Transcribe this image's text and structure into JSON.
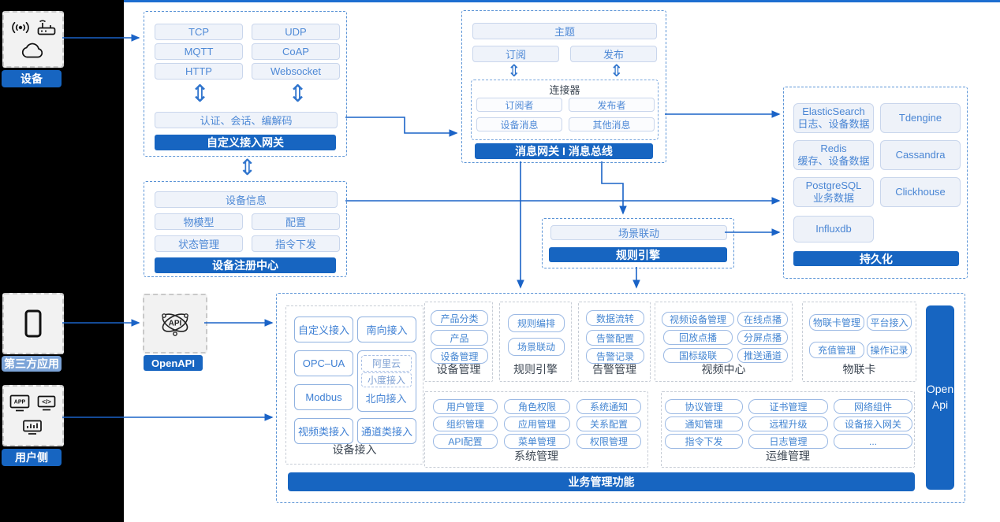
{
  "colors": {
    "accent": "#1765c1",
    "arrow": "#1a63c7",
    "pill_text": "#4e89d6",
    "dashed_blue_border": "#5b94d6",
    "light_blue_label": "#7ca4d8"
  },
  "icons": {
    "updown": "⇕",
    "api_text": "API",
    "app_text": "APP",
    "code_text": "</>",
    "device_icons": [
      "wireless-signal-icon",
      "router-icon",
      "cloud-icon"
    ],
    "third_party_icons": [
      "phone-icon"
    ],
    "user_side_icons": [
      "app-window-icon",
      "code-icon",
      "bar-chart-icon"
    ],
    "openapi_icon": "api-network-icon"
  },
  "left_rail": {
    "device_label": "设备",
    "third_party_label": "第三方应用",
    "user_side_label": "用户侧"
  },
  "openapi_label": "OpenAPI",
  "gateway": {
    "protocols": [
      "TCP",
      "UDP",
      "MQTT",
      "CoAP",
      "HTTP",
      "Websocket"
    ],
    "auth": "认证、会话、编解码",
    "title": "自定义接入网关"
  },
  "registry": {
    "info": "设备信息",
    "items": [
      "物模型",
      "配置",
      "状态管理",
      "指令下发"
    ],
    "title": "设备注册中心"
  },
  "message": {
    "topic": "主题",
    "subscribe": "订阅",
    "publish": "发布",
    "connector_title": "连接器",
    "connector_items": [
      "订阅者",
      "发布者",
      "设备消息",
      "其他消息"
    ],
    "title": "消息网关 I 消息总线"
  },
  "persistence": {
    "cells": [
      {
        "name": "ElasticSearch",
        "desc": "日志、设备数据"
      },
      {
        "name": "Tdengine",
        "desc": ""
      },
      {
        "name": "Redis",
        "desc": "缓存、设备数据"
      },
      {
        "name": "Cassandra",
        "desc": ""
      },
      {
        "name": "PostgreSQL",
        "desc": "业务数据"
      },
      {
        "name": "Clickhouse",
        "desc": ""
      },
      {
        "name": "Influxdb",
        "desc": ""
      }
    ],
    "title": "持久化"
  },
  "rule": {
    "pill": "场景联动",
    "title": "规则引擎"
  },
  "business": {
    "title": "业务管理功能",
    "open_api_line1": "Open",
    "open_api_line2": "Api",
    "device_access": {
      "label": "设备接入",
      "pills": [
        "自定义接入",
        "南向接入",
        "OPC–UA",
        "Modbus",
        "视频类接入",
        "通道类接入"
      ],
      "north_dashed": [
        "阿里云",
        "小度接入"
      ],
      "north_label": "北向接入"
    },
    "device_mgmt": {
      "label": "设备管理",
      "pills": [
        "产品分类",
        "产品",
        "设备管理"
      ]
    },
    "rule_engine": {
      "label": "规则引擎",
      "pills": [
        "规则编排",
        "场景联动"
      ]
    },
    "alarm": {
      "label": "告警管理",
      "pills": [
        "数据流转",
        "告警配置",
        "告警记录"
      ]
    },
    "video": {
      "label": "视频中心",
      "pills": [
        "视频设备管理",
        "在线点播",
        "回放点播",
        "分屏点播",
        "国标级联",
        "推送通道"
      ]
    },
    "iot_card": {
      "label": "物联卡",
      "pills": [
        "物联卡管理",
        "平台接入",
        "充值管理",
        "操作记录"
      ]
    },
    "system": {
      "label": "系统管理",
      "pills": [
        "用户管理",
        "角色权限",
        "系统通知",
        "组织管理",
        "应用管理",
        "关系配置",
        "API配置",
        "菜单管理",
        "权限管理"
      ]
    },
    "ops": {
      "label": "运维管理",
      "pills": [
        "协议管理",
        "证书管理",
        "网络组件",
        "通知管理",
        "远程升级",
        "设备接入网关",
        "指令下发",
        "日志管理",
        "..."
      ]
    }
  }
}
